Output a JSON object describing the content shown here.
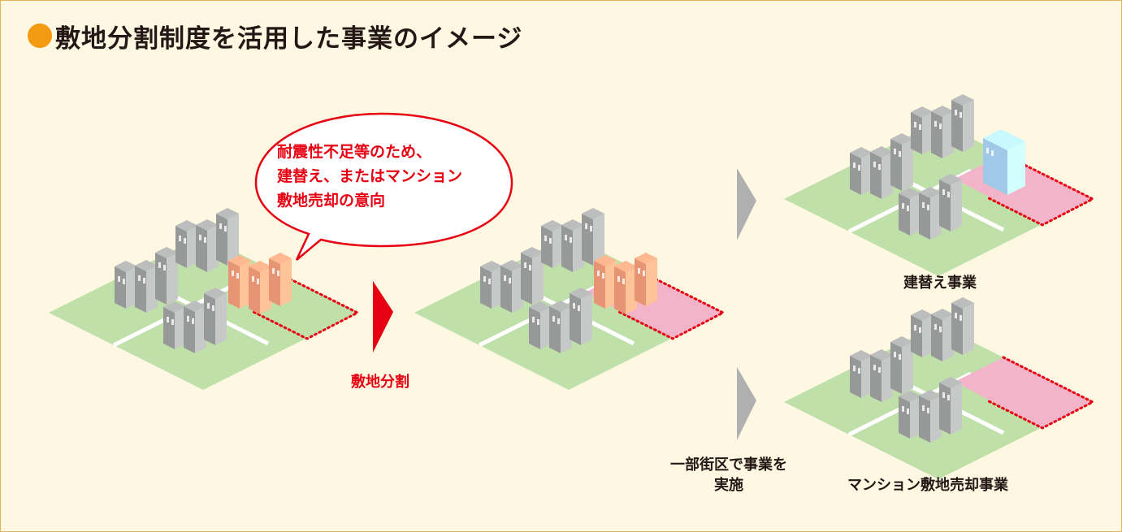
{
  "title": "敷地分割制度を活用した事業のイメージ",
  "speech_bubble": {
    "lines": [
      "耐震性不足等のため、",
      "建替え、またはマンション",
      "敷地売却の意向"
    ]
  },
  "labels": {
    "split": "敷地分割",
    "rebuild": "建替え事業",
    "sale": "マンション敷地売却事業",
    "partial_line1": "一部街区で事業を",
    "partial_line2": "実施"
  },
  "colors": {
    "frame_bg": "#fef7e1",
    "frame_border": "#e6b25a",
    "title_dot": "#f39a12",
    "accent_red": "#e60012",
    "ground_green": "#bfe0a8",
    "target_pink": "#f3b3c9",
    "building_gray": "#9fa0a0",
    "building_orange": "#f29c7a",
    "new_building_blue": "#a9d3f2",
    "arrow_gray": "#b0b0b0"
  }
}
